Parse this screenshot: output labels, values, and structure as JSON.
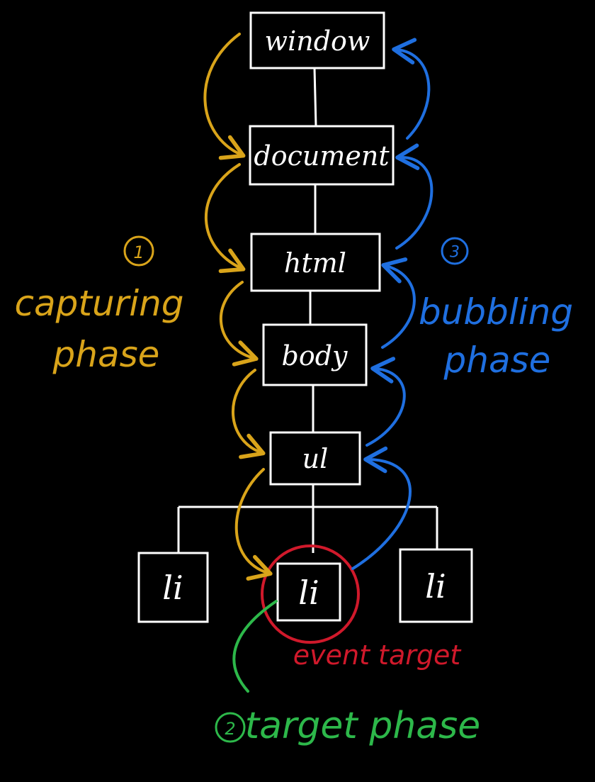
{
  "nodes": {
    "window": "window",
    "document": "document",
    "html": "html",
    "body": "body",
    "ul": "ul",
    "li_left": "li",
    "li_center": "li",
    "li_right": "li"
  },
  "capturing": {
    "number": "1",
    "line1": "capturing",
    "line2": "phase",
    "color": "#d9a41a"
  },
  "bubbling": {
    "number": "3",
    "line1": "bubbling",
    "line2": "phase",
    "color": "#1f6fe0"
  },
  "target": {
    "number": "2",
    "label": "target phase",
    "color": "#2db84a"
  },
  "event_target": {
    "label": "event target",
    "color": "#d0192b"
  }
}
